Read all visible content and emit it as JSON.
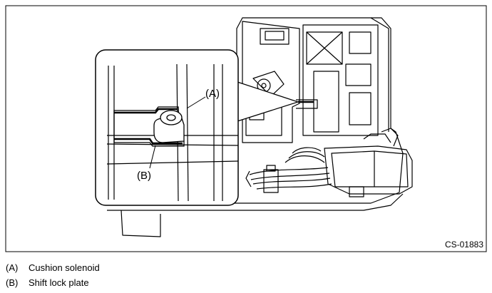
{
  "figure": {
    "code": "CS-01883",
    "callouts": [
      {
        "key": "(A)"
      },
      {
        "key": "(B)"
      }
    ]
  },
  "legend": [
    {
      "key": "(A)",
      "label": "Cushion solenoid"
    },
    {
      "key": "(B)",
      "label": "Shift lock plate"
    }
  ]
}
